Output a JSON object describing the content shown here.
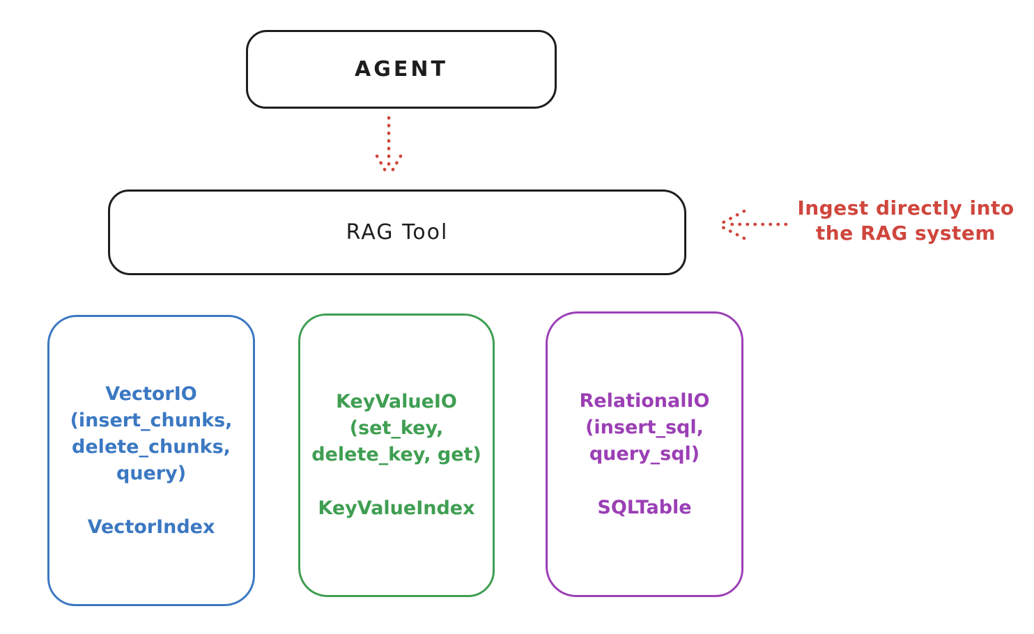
{
  "colors": {
    "stroke": "#1d1d1d",
    "red": "#cf463d",
    "blue": "#3b78c2",
    "green": "#3f9e52",
    "purple": "#9b3fb5",
    "background": "#ffffff"
  },
  "nodes": {
    "agent": {
      "label": "AGENT"
    },
    "rag_tool": {
      "label": "RAG Tool"
    }
  },
  "annotation": {
    "text": "Ingest directly into\nthe RAG system"
  },
  "backends": [
    {
      "id": "vector-io",
      "color": "#3b78c2",
      "methods": "VectorIO\n(insert_chunks,\ndelete_chunks,\nquery)",
      "index": "VectorIndex"
    },
    {
      "id": "keyvalue-io",
      "color": "#3f9e52",
      "methods": "KeyValueIO\n(set_key,\ndelete_key, get)",
      "index": "KeyValueIndex"
    },
    {
      "id": "relational-io",
      "color": "#9b3fb5",
      "methods": "RelationalIO\n(insert_sql,\nquery_sql)",
      "index": "SQLTable"
    }
  ],
  "arrows": [
    {
      "id": "agent-to-rag-tool",
      "style": "dotted",
      "color": "#cf463d",
      "direction": "down"
    },
    {
      "id": "annotation-to-rag-tool",
      "style": "dotted",
      "color": "#cf463d",
      "direction": "left"
    }
  ]
}
